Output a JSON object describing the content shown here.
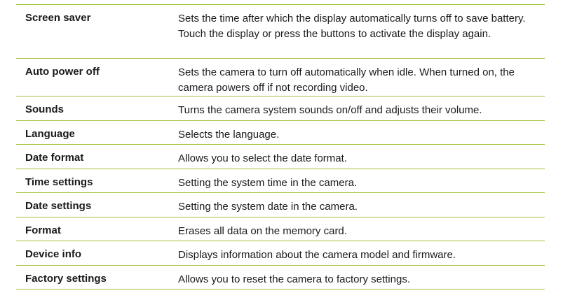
{
  "settings": [
    {
      "name": "Screen saver",
      "description": "Sets the time after which the display automatically turns off to save battery. Touch the display or press the buttons to activate the display again."
    },
    {
      "name": "Auto power off",
      "description": "Sets the camera to turn off automatically when idle. When turned on, the camera powers off if not recording video."
    },
    {
      "name": "Sounds",
      "description": "Turns the camera system sounds on/off and adjusts their volume."
    },
    {
      "name": "Language",
      "description": "Selects the language."
    },
    {
      "name": "Date format",
      "description": "Allows you to select the date format."
    },
    {
      "name": "Time settings",
      "description": "Setting the system time in the camera."
    },
    {
      "name": "Date settings",
      "description": "Setting the system date in the camera."
    },
    {
      "name": "Format",
      "description": "Erases all data on the memory card."
    },
    {
      "name": "Device info",
      "description": "Displays information about the camera model and firmware."
    },
    {
      "name": "Factory settings",
      "description": "Allows you to reset the camera to factory settings."
    }
  ],
  "colors": {
    "rule": "#a4c43c",
    "text": "#1a1a1a"
  }
}
